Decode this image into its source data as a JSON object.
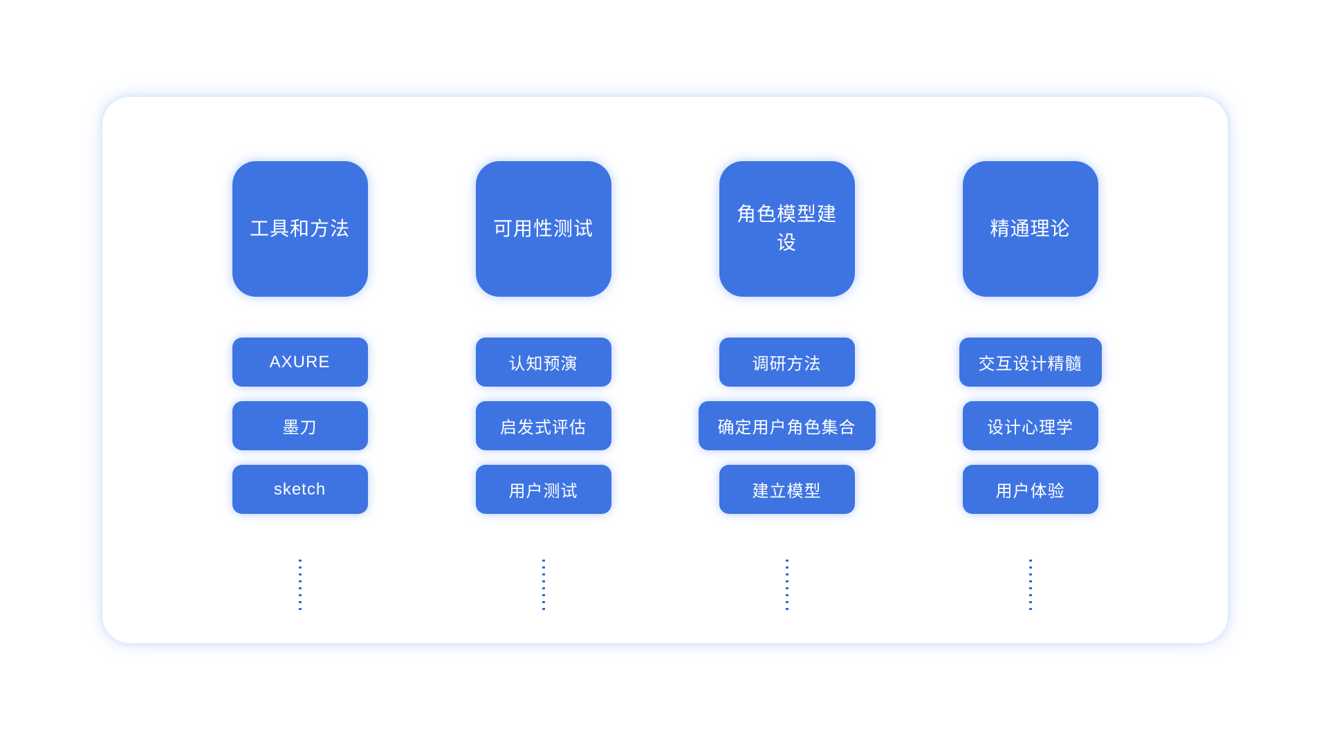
{
  "diagram": {
    "description": "four-column mind-map style board of UX design skill topics",
    "columns": [
      {
        "header": "工具和方法",
        "items": [
          "AXURE",
          "墨刀",
          "sketch"
        ]
      },
      {
        "header": "可用性测试",
        "items": [
          "认知预演",
          "启发式评估",
          "用户测试"
        ]
      },
      {
        "header": "角色模型建设",
        "items": [
          "调研方法",
          "确定用户角色集合",
          "建立模型"
        ]
      },
      {
        "header": "精通理论",
        "items": [
          "交互设计精髓",
          "设计心理学",
          "用户体验"
        ]
      }
    ]
  },
  "colors": {
    "box_blue": "#3E74E2",
    "dot_blue": "#2A6FCB",
    "text": "#FFFFFF",
    "panel_glow": "#AFC9F7"
  }
}
